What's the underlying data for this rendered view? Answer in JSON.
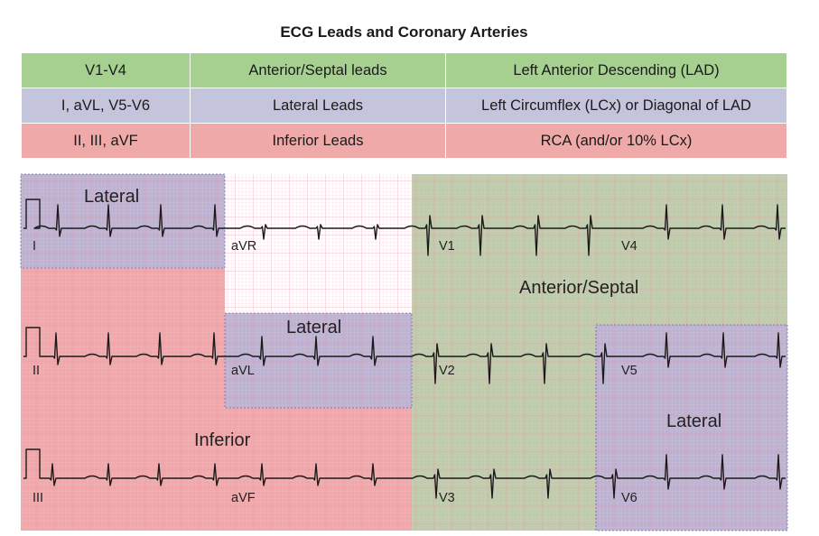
{
  "title": "ECG Leads and Coronary Arteries",
  "table": {
    "rows": [
      {
        "leads": "V1-V4",
        "group": "Anterior/Septal leads",
        "artery": "Left Anterior Descending (LAD)",
        "color": "#a6d08f"
      },
      {
        "leads": "I, aVL, V5-V6",
        "group": "Lateral Leads",
        "artery": "Left Circumflex (LCx) or Diagonal of LAD",
        "color": "#c4c5dc"
      },
      {
        "leads": "II, III, aVF",
        "group": "Inferior Leads",
        "artery": "RCA (and/or 10% LCx)",
        "color": "#f0a9a9"
      }
    ]
  },
  "ecg": {
    "region_labels": {
      "lateral_1": "Lateral",
      "lateral_2": "Lateral",
      "lateral_3": "Lateral",
      "anterior_septal": "Anterior/Septal",
      "inferior": "Inferior"
    },
    "lead_labels": {
      "I": "I",
      "aVR": "aVR",
      "V1": "V1",
      "V4": "V4",
      "II": "II",
      "aVL": "aVL",
      "V2": "V2",
      "V5": "V5",
      "III": "III",
      "aVF": "aVF",
      "V3": "V3",
      "V6": "V6"
    },
    "colors": {
      "lateral": "#b7b4d6",
      "anterior": "#b8cfa9",
      "inferior": "#f2a8a8",
      "neutral": "#ffffff",
      "grid_minor": "#f3c4cf",
      "grid_major": "#e592a4",
      "trace": "#1a1a1a"
    }
  }
}
